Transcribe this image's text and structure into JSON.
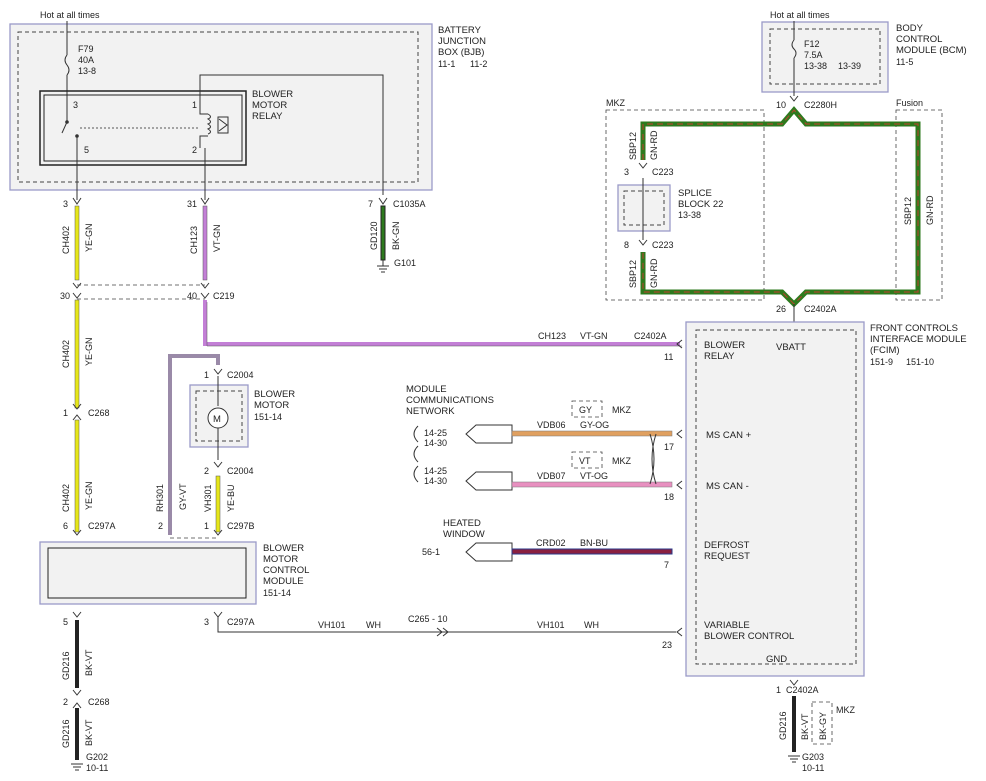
{
  "colors": {
    "ye_gn": "#e6e61a",
    "vt_gn": "#c37fd6",
    "gn_rd": "#2d7a1e",
    "gy_vt": "#9a8aa8",
    "gy_og": "#e0a060",
    "vt_og": "#e890c0",
    "bn_bu": "#8a2040",
    "bk": "#222222",
    "module_border": "#9a9ac8"
  },
  "hot1": "Hot at all times",
  "hot2": "Hot at all times",
  "bjb": {
    "l1": "BATTERY",
    "l2": "JUNCTION",
    "l3": "BOX (BJB)",
    "p1": "11-1",
    "p2": "11-2"
  },
  "f79": {
    "name": "F79",
    "amp": "40A",
    "page": "13-8"
  },
  "bmr": {
    "l1": "BLOWER",
    "l2": "MOTOR",
    "l3": "RELAY",
    "p3": "3",
    "p5": "5",
    "p1": "1",
    "p2": "2"
  },
  "bcm": {
    "l1": "BODY",
    "l2": "CONTROL",
    "l3": "MODULE (BCM)",
    "page": "11-5"
  },
  "f12": {
    "name": "F12",
    "amp": "7.5A",
    "p1": "13-38",
    "p2": "13-39"
  },
  "c2280h": {
    "pin": "10",
    "name": "C2280H"
  },
  "mkz": "MKZ",
  "fusion": "Fusion",
  "sbp12_a": {
    "circuit": "SBP12",
    "color": "GN-RD"
  },
  "sbp12_b": {
    "circuit": "SBP12",
    "color": "GN-RD"
  },
  "sbp12_f": {
    "circuit": "SBP12",
    "color": "GN-RD"
  },
  "c223a": {
    "pin": "3",
    "name": "C223"
  },
  "c223b": {
    "pin": "8",
    "name": "C223"
  },
  "splice": {
    "l1": "SPLICE",
    "l2": "BLOCK 22",
    "page": "13-38"
  },
  "c2402a_top": {
    "pin": "26",
    "name": "C2402A"
  },
  "ch402_top": {
    "pin": "3",
    "circuit": "CH402",
    "color": "YE-GN"
  },
  "ch123_top": {
    "pin": "31",
    "circuit": "CH123",
    "color": "VT-GN"
  },
  "gd120": {
    "pin": "7",
    "conn": "C1035A",
    "circuit": "GD120",
    "color": "BK-GN",
    "ground": "G101"
  },
  "c219": {
    "pin_a": "30",
    "pin_b": "40",
    "name": "C219"
  },
  "ch402_mid": {
    "circuit": "CH402",
    "color": "YE-GN"
  },
  "c268a": {
    "pin": "1",
    "name": "C268"
  },
  "ch402_low": {
    "circuit": "CH402",
    "color": "YE-GN"
  },
  "c297a": {
    "pin": "6",
    "name": "C297A"
  },
  "c297b": {
    "pin": "1",
    "name": "C297B"
  },
  "rh301": {
    "circuit": "RH301",
    "color": "GY-VT",
    "pin": "2"
  },
  "vh301": {
    "circuit": "VH301",
    "color": "YE-BU"
  },
  "c2004a": {
    "pin": "1",
    "name": "C2004"
  },
  "c2004b": {
    "pin": "2",
    "name": "C2004"
  },
  "motor": {
    "l1": "BLOWER",
    "l2": "MOTOR",
    "page": "151-14",
    "symbol": "M"
  },
  "bmcm": {
    "l1": "BLOWER",
    "l2": "MOTOR",
    "l3": "CONTROL",
    "l4": "MODULE",
    "page": "151-14"
  },
  "gd216a": {
    "pin": "5",
    "circuit": "GD216",
    "color": "BK-VT"
  },
  "c268b": {
    "pin": "2",
    "name": "C268"
  },
  "gd216b": {
    "circuit": "GD216",
    "color": "BK-VT",
    "ground": "G202",
    "page": "10-11"
  },
  "c297a_3": {
    "pin": "3",
    "name": "C297A"
  },
  "vh101_a": {
    "circuit": "VH101",
    "color": "WH"
  },
  "c265": "C265 - 10",
  "vh101_b": {
    "circuit": "VH101",
    "color": "WH"
  },
  "ch123_run": {
    "circuit": "CH123",
    "color": "VT-GN",
    "conn": "C2402A"
  },
  "fcim": {
    "l1": "FRONT CONTROLS",
    "l2": "INTERFACE MODULE",
    "l3": "(FCIM)",
    "p1": "151-9",
    "p2": "151-10",
    "vbatt": "VBATT",
    "gnd": "GND"
  },
  "pins": {
    "blower_relay": {
      "num": "11",
      "l1": "BLOWER",
      "l2": "RELAY"
    },
    "ms_can_p": {
      "num": "17",
      "label": "MS CAN +"
    },
    "ms_can_m": {
      "num": "18",
      "label": "MS CAN -"
    },
    "defrost": {
      "num": "7",
      "l1": "DEFROST",
      "l2": "REQUEST"
    },
    "vbc": {
      "num": "23",
      "l1": "VARIABLE",
      "l2": "BLOWER CONTROL"
    }
  },
  "mcn": {
    "l1": "MODULE",
    "l2": "COMMUNICATIONS",
    "l3": "NETWORK",
    "ref1a": "14-25",
    "ref1b": "14-30",
    "ref2a": "14-25",
    "ref2b": "14-30"
  },
  "vdb06": {
    "circuit": "VDB06",
    "color": "GY-OG",
    "alt": "GY",
    "alt_label": "MKZ"
  },
  "vdb07": {
    "circuit": "VDB07",
    "color": "VT-OG",
    "alt": "VT",
    "alt_label": "MKZ"
  },
  "heated": {
    "l1": "HEATED",
    "l2": "WINDOW",
    "ref": "56-1",
    "circuit": "CRD02",
    "color": "BN-BU"
  },
  "gnd_bottom": {
    "pin": "1",
    "name": "C2402A",
    "circuit": "GD216",
    "color": "BK-VT",
    "alt": "BK-GY",
    "alt_label": "MKZ",
    "ground": "G203",
    "page": "10-11"
  }
}
